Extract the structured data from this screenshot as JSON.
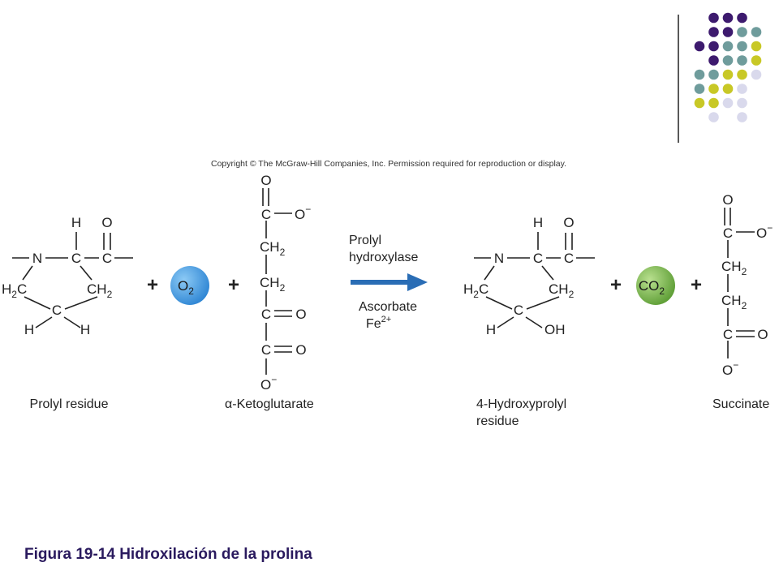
{
  "copyright": "Copyright © The McGraw-Hill Companies, Inc. Permission required for reproduction or display.",
  "colors": {
    "purple": "#3d1a6e",
    "teal": "#6f9c9c",
    "yellow": "#c8c826",
    "lavender": "#d9d9ec",
    "arrow": "#2a6db5",
    "o2_circle": "#3b93dc",
    "co2_circle": "#79b548",
    "caption": "#2a1a5e"
  },
  "atoms": {
    "O": "O",
    "C": "C",
    "N": "N",
    "H": "H",
    "OH": "OH",
    "CH": "CH",
    "H2C_H": "H",
    "H2C_C": "C",
    "sub2": "2",
    "minus": "−",
    "plus": "+"
  },
  "reactants": {
    "prolyl_label": "Prolyl residue",
    "o2_label": "O",
    "o2_sub": "2",
    "ketoglutarate_prefix": "α",
    "ketoglutarate_label": "-Ketoglutarate"
  },
  "enzyme": {
    "name_line1": "Prolyl",
    "name_line2": "hydroxylase",
    "cofactor1": "Ascorbate",
    "cofactor2": "Fe",
    "cofactor2_sup": "2+"
  },
  "products": {
    "hydroxyprolyl_label_line1": "4-Hydroxyprolyl",
    "hydroxyprolyl_label_line2": "residue",
    "co2_label": "CO",
    "co2_sub": "2",
    "succinate_label": "Succinate"
  },
  "caption": "Figura 19-14 Hidroxilación de la prolina"
}
